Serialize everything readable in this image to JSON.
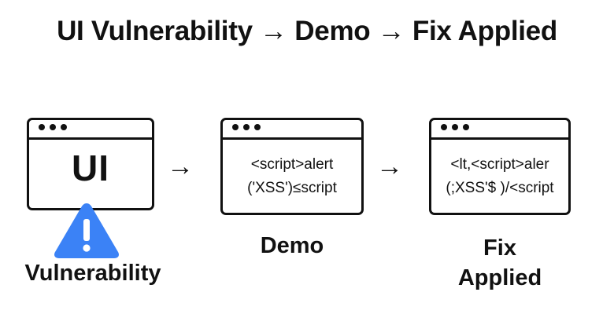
{
  "title": "UI Vulnerability → Demo → Fix Applied",
  "panels": [
    {
      "window_text": "UI",
      "label": "Vulnerability"
    },
    {
      "code_lines": [
        "<script>alert",
        "('XSS')≤script"
      ],
      "label": "Demo"
    },
    {
      "code_lines": [
        "<lt,<script>aler",
        "(;XSS'$ )/<script"
      ],
      "label_lines": [
        "Fix",
        "Applied"
      ]
    }
  ],
  "arrow_symbol": "→",
  "icons": {
    "warning": "warning-triangle-icon",
    "window_dots": "window-dots-icon"
  },
  "colors": {
    "warning": "#3b82f6",
    "stroke": "#111111"
  }
}
